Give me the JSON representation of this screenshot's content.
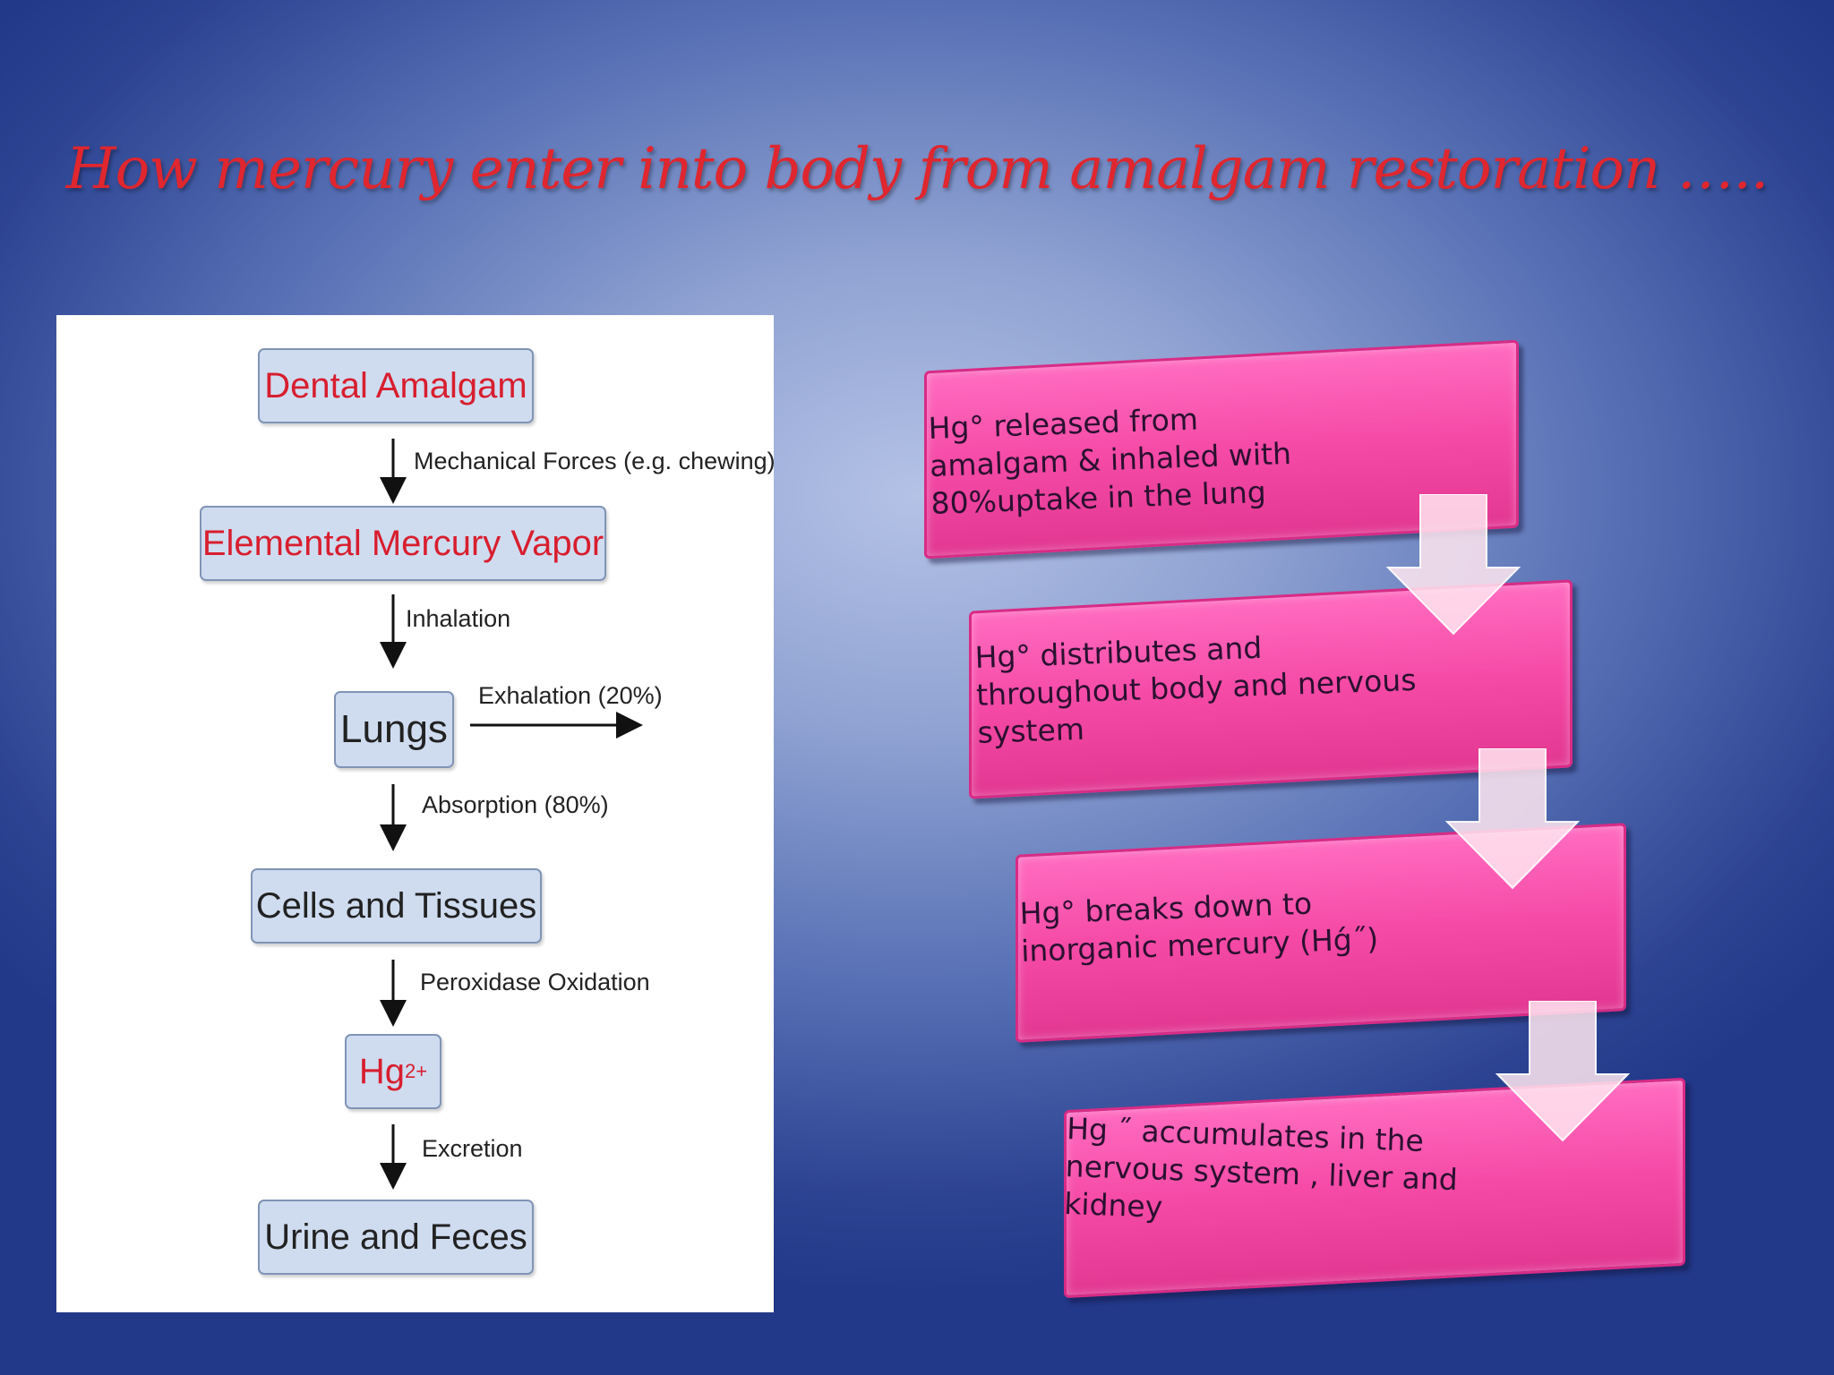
{
  "slide": {
    "title": "How mercury enter into body from amalgam restoration ….."
  },
  "flowchart": {
    "nodes": {
      "dental_amalgam": "Dental Amalgam",
      "mercury_vapor": "Elemental Mercury Vapor",
      "lungs": "Lungs",
      "cells_tissues": "Cells and Tissues",
      "hg_base": "Hg",
      "hg_sup": "2+",
      "urine_feces": "Urine and Feces"
    },
    "edges": {
      "mechanical": "Mechanical Forces (e.g. chewing)",
      "inhalation": "Inhalation",
      "exhalation": "Exhalation (20%)",
      "absorption": "Absorption (80%)",
      "oxidation": "Peroxidase Oxidation",
      "excretion": "Excretion"
    }
  },
  "steps": [
    {
      "lines": [
        "Hg° released from",
        "amalgam & inhaled with",
        "80%uptake in the lung"
      ]
    },
    {
      "lines": [
        "Hg° distributes and",
        "throughout body and nervous",
        "system"
      ]
    },
    {
      "lines": [
        "Hg° breaks down to",
        "inorganic mercury (Hǵ˝)"
      ]
    },
    {
      "lines": [
        "Hg ˝ accumulates in the",
        "nervous system , liver and",
        "kidney"
      ]
    }
  ],
  "colors": {
    "title": "#e0262e",
    "node_fill": "#cfdcf0",
    "node_text_red": "#d81e2e",
    "step_fill": "#f54aa6"
  }
}
